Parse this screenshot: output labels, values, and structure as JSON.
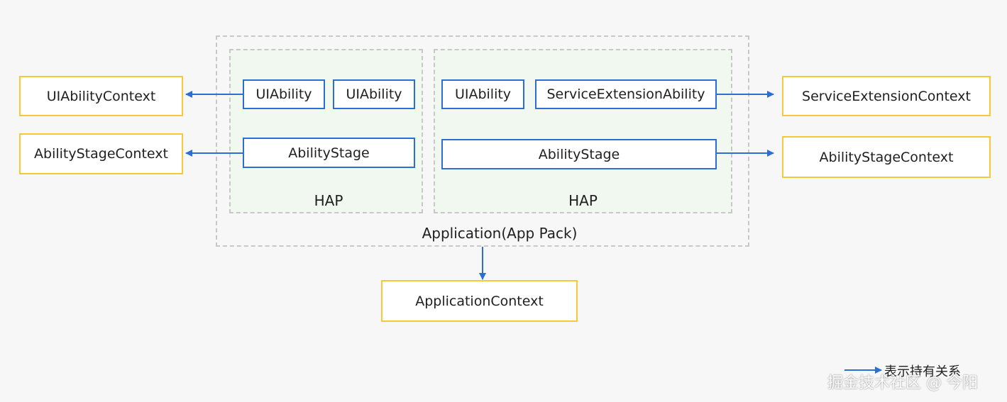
{
  "application": {
    "label": "Application(App Pack)"
  },
  "haps": [
    {
      "label": "HAP",
      "abilities": [
        "UIAbility",
        "UIAbility"
      ],
      "stage": "AbilityStage"
    },
    {
      "label": "HAP",
      "abilities": [
        "UIAbility",
        "ServiceExtensionAbility"
      ],
      "stage": "AbilityStage"
    }
  ],
  "contexts": {
    "left_ui": "UIAbilityContext",
    "left_stage": "AbilityStageContext",
    "right_service": "ServiceExtensionContext",
    "right_stage": "AbilityStageContext",
    "application": "ApplicationContext"
  },
  "legend": {
    "text": "表示持有关系"
  },
  "watermark": {
    "text": "掘金技术社区 @ 今阳"
  },
  "colors": {
    "arrow": "#2b6fd6",
    "ability_border": "#2b6fd6",
    "context_border": "#f7c93a",
    "dashed_border": "#c8c8c8",
    "hap_fill": "#f1f8ef"
  },
  "icons": {
    "relation": "arrow-right-icon"
  }
}
